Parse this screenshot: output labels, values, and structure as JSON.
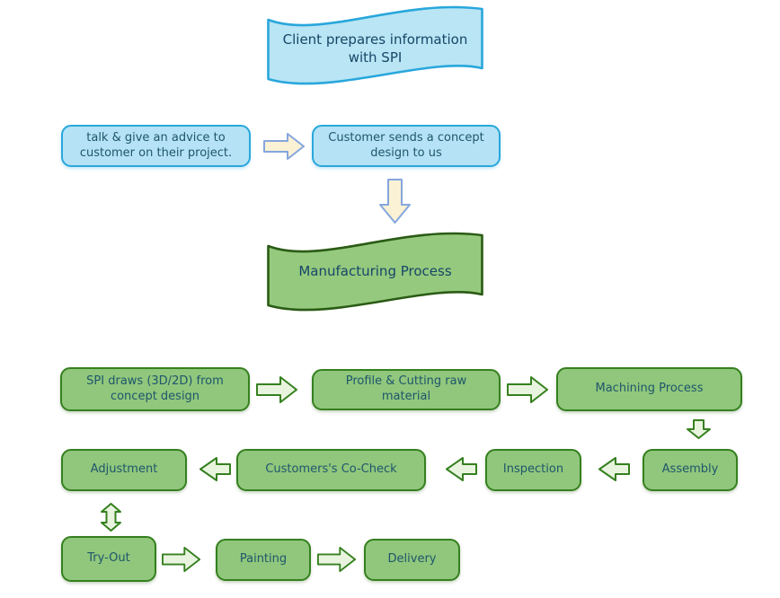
{
  "colors": {
    "blue_fill": "#B5E3F5",
    "blue_wave_fill": "#B9E5F4",
    "blue_border": "#29A7DC",
    "green_fill": "#90C77C",
    "green_border": "#35801F",
    "green_wave_fill": "#94C97E",
    "green_wave_border": "#2B5B15",
    "cream_arrow_fill": "#FBF2D5",
    "cream_arrow_border": "#85A6DE",
    "green_arrow_fill": "#E9F4DF",
    "green_arrow_border": "#35801F",
    "text_color": "#20566B",
    "title_color": "#174668"
  },
  "nodes": {
    "client_info": {
      "label": "Client prepares information with SPI"
    },
    "talk_advice": {
      "label": "talk & give an advice to customer on their project."
    },
    "customer_concept": {
      "label": "Customer sends a concept design to us"
    },
    "manufacturing": {
      "label": "Manufacturing Process"
    },
    "spi_draws": {
      "label": "SPI draws (3D/2D) from concept design"
    },
    "profile_cutting": {
      "label": "Profile & Cutting raw material"
    },
    "machining": {
      "label": "Machining Process"
    },
    "assembly": {
      "label": "Assembly"
    },
    "inspection": {
      "label": "Inspection"
    },
    "co_check": {
      "label": "Customers's Co-Check"
    },
    "adjustment": {
      "label": "Adjustment"
    },
    "try_out": {
      "label": "Try-Out"
    },
    "painting": {
      "label": "Painting"
    },
    "delivery": {
      "label": "Delivery"
    }
  },
  "connectors": [
    {
      "from": "talk_advice",
      "to": "customer_concept",
      "direction": "right",
      "style": "cream"
    },
    {
      "from": "customer_concept",
      "to": "manufacturing",
      "direction": "down",
      "style": "cream"
    },
    {
      "from": "spi_draws",
      "to": "profile_cutting",
      "direction": "right",
      "style": "green"
    },
    {
      "from": "profile_cutting",
      "to": "machining",
      "direction": "right",
      "style": "green"
    },
    {
      "from": "machining",
      "to": "assembly",
      "direction": "down",
      "style": "green"
    },
    {
      "from": "assembly",
      "to": "inspection",
      "direction": "left",
      "style": "green"
    },
    {
      "from": "inspection",
      "to": "co_check",
      "direction": "left",
      "style": "green"
    },
    {
      "from": "co_check",
      "to": "adjustment",
      "direction": "left",
      "style": "green"
    },
    {
      "from": "adjustment",
      "to": "try_out",
      "direction": "up-down",
      "style": "green"
    },
    {
      "from": "try_out",
      "to": "painting",
      "direction": "right",
      "style": "green"
    },
    {
      "from": "painting",
      "to": "delivery",
      "direction": "right",
      "style": "green"
    }
  ]
}
